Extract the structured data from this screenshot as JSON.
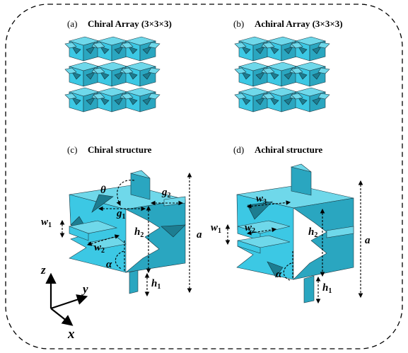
{
  "panels": {
    "a": {
      "tag": "(a)",
      "title": "Chiral Array (3×3×3)"
    },
    "b": {
      "tag": "(b)",
      "title": "Achiral Array (3×3×3)"
    },
    "c": {
      "tag": "(c)",
      "title": "Chiral structure"
    },
    "d": {
      "tag": "(d)",
      "title": "Achiral structure"
    }
  },
  "labels_c": {
    "theta": "θ",
    "g1": "g",
    "g1_sub": "1",
    "g2": "g",
    "g2_sub": "2",
    "w1": "w",
    "w1_sub": "1",
    "w2": "w",
    "w2_sub": "2",
    "h1": "h",
    "h1_sub": "1",
    "h2": "h",
    "h2_sub": "2",
    "alpha": "α",
    "a": "a"
  },
  "labels_d": {
    "w1": "w",
    "w1_sub": "1",
    "w2": "w",
    "w2_sub": "2",
    "w3": "w",
    "w3_sub": "3",
    "h1": "h",
    "h1_sub": "1",
    "h2": "h",
    "h2_sub": "2",
    "alpha": "α",
    "a": "a"
  },
  "axes": {
    "z": "z",
    "y": "y",
    "x": "x"
  },
  "colors": {
    "body_front": "#3cc8e4",
    "body_top": "#6fd8ea",
    "body_side": "#2aa6c0",
    "outline": "#1d3a44"
  }
}
